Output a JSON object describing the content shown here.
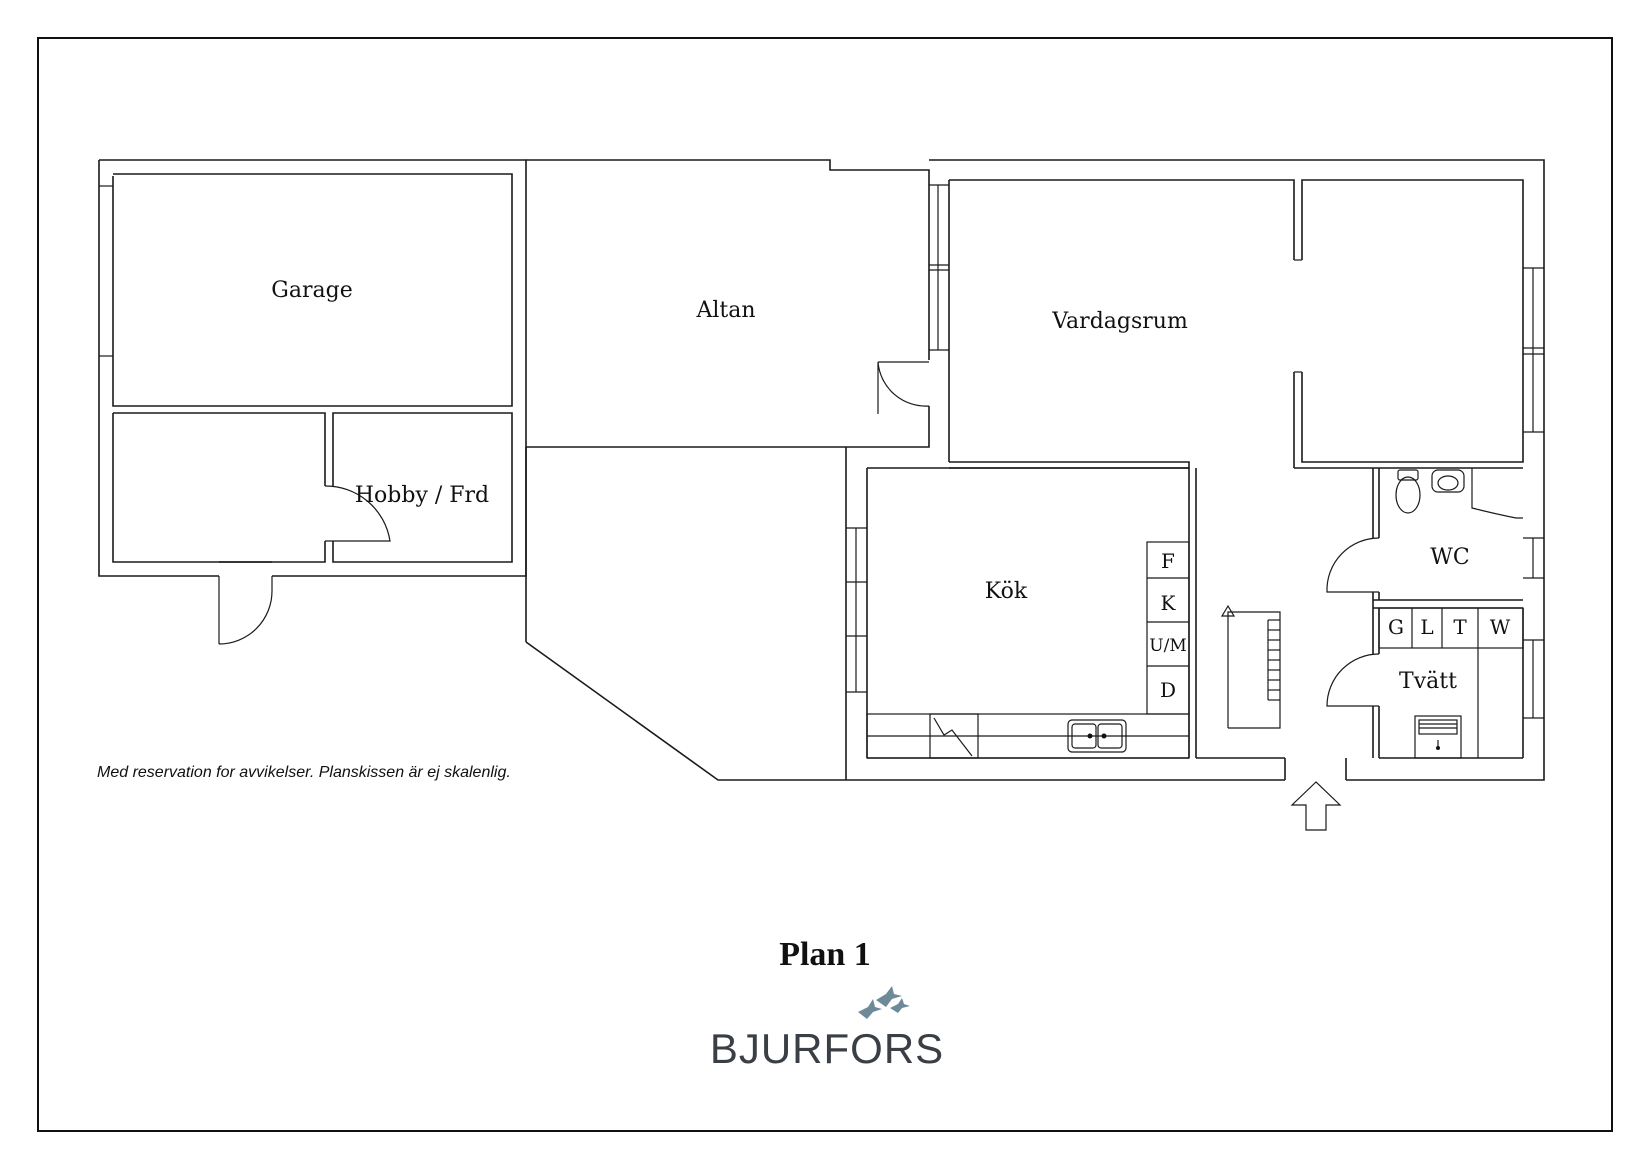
{
  "plan": {
    "title": "Plan 1",
    "disclaimer": "Med reservation for avvikelser. Planskissen är ej skalenlig.",
    "brand": "BJURFORS",
    "brand_color": "#6e8a99",
    "rooms": {
      "garage": "Garage",
      "altan": "Altan",
      "vardagsrum": "Vardagsrum",
      "hobby": "Hobby / Frd",
      "kok": "Kök",
      "wc": "WC",
      "tvatt": "Tvätt"
    },
    "kitchen_appliances": [
      "F",
      "K",
      "U/M",
      "D"
    ],
    "laundry_appliances": [
      "G",
      "L",
      "T",
      "W"
    ]
  }
}
